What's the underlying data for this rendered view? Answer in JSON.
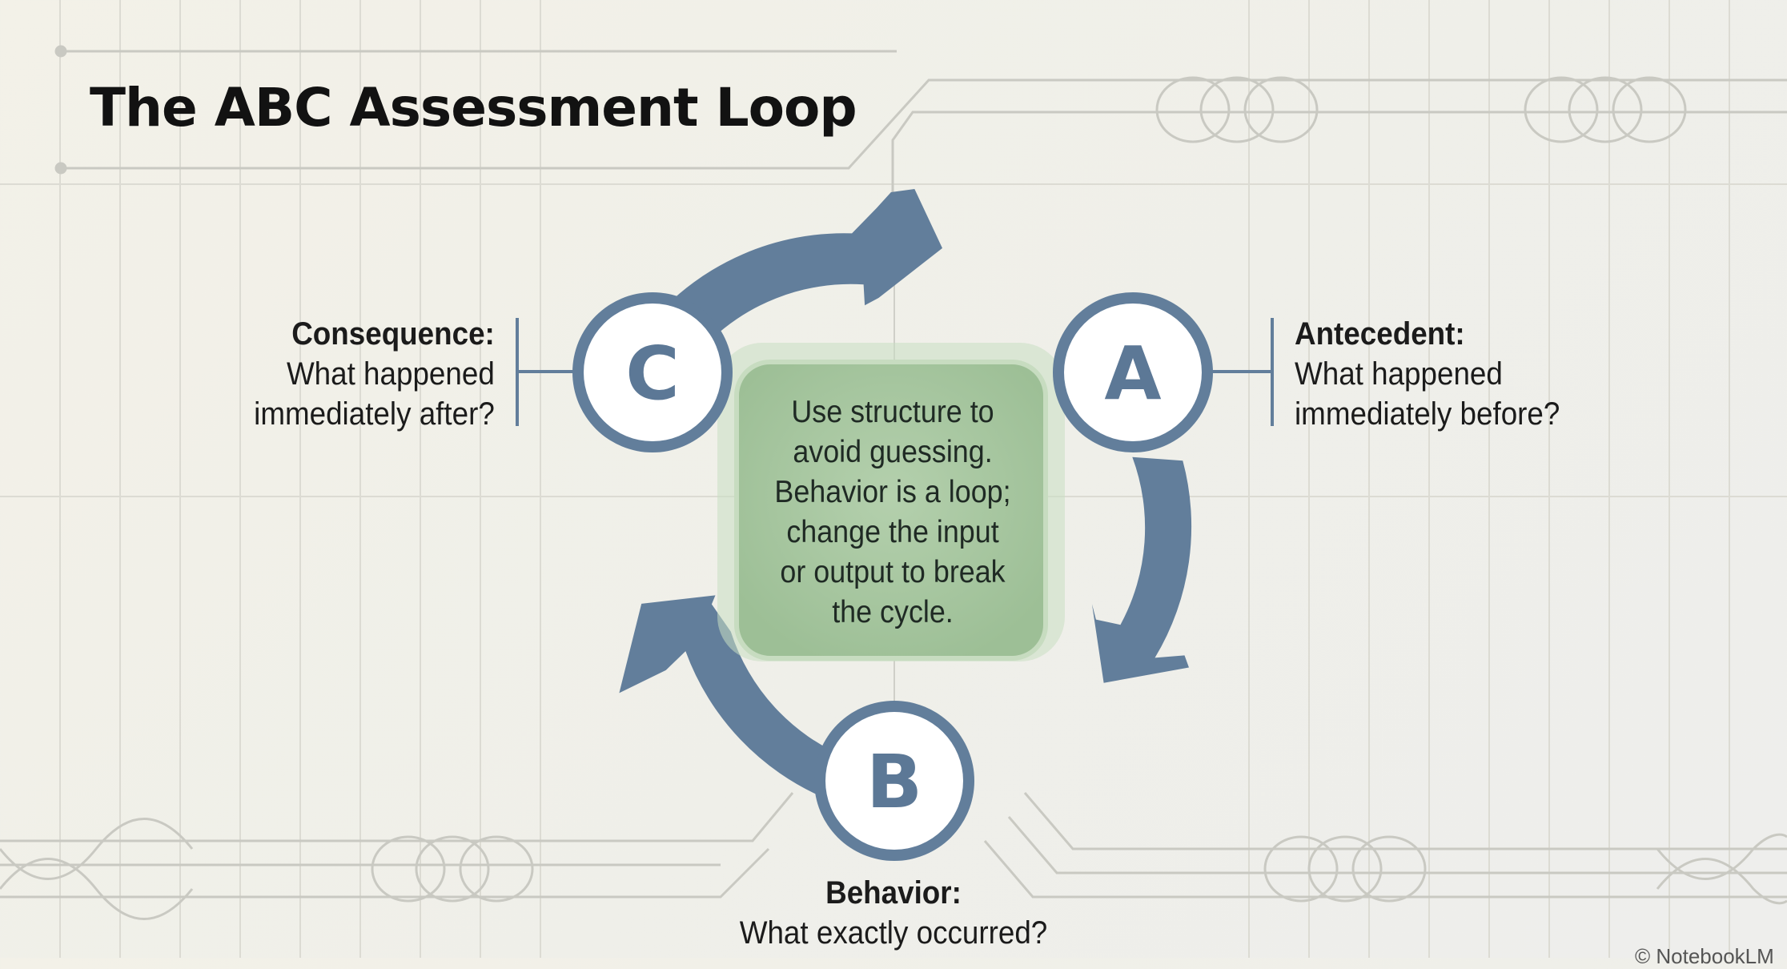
{
  "title": "The ABC Assessment Loop",
  "nodes": {
    "consequence": {
      "letter": "C",
      "heading": "Consequence:",
      "lines": [
        "What happened",
        "immediately after?"
      ]
    },
    "antecedent": {
      "letter": "A",
      "heading": "Antecedent:",
      "lines": [
        "What happened",
        "immediately before?"
      ]
    },
    "behavior": {
      "letter": "B",
      "heading": "Behavior:",
      "lines": [
        "What exactly occurred?"
      ]
    }
  },
  "center_note": {
    "lines": [
      "Use structure to",
      "avoid guessing.",
      "Behavior is a loop;",
      "change the input",
      "or output to break",
      "the cycle."
    ]
  },
  "watermark": "© NotebookLM",
  "colors": {
    "loop": "#627e9b",
    "node_fill": "#ffffff",
    "center_fill": "#a9c7a2",
    "center_glow": "#c9dfc3",
    "text": "#121212"
  }
}
